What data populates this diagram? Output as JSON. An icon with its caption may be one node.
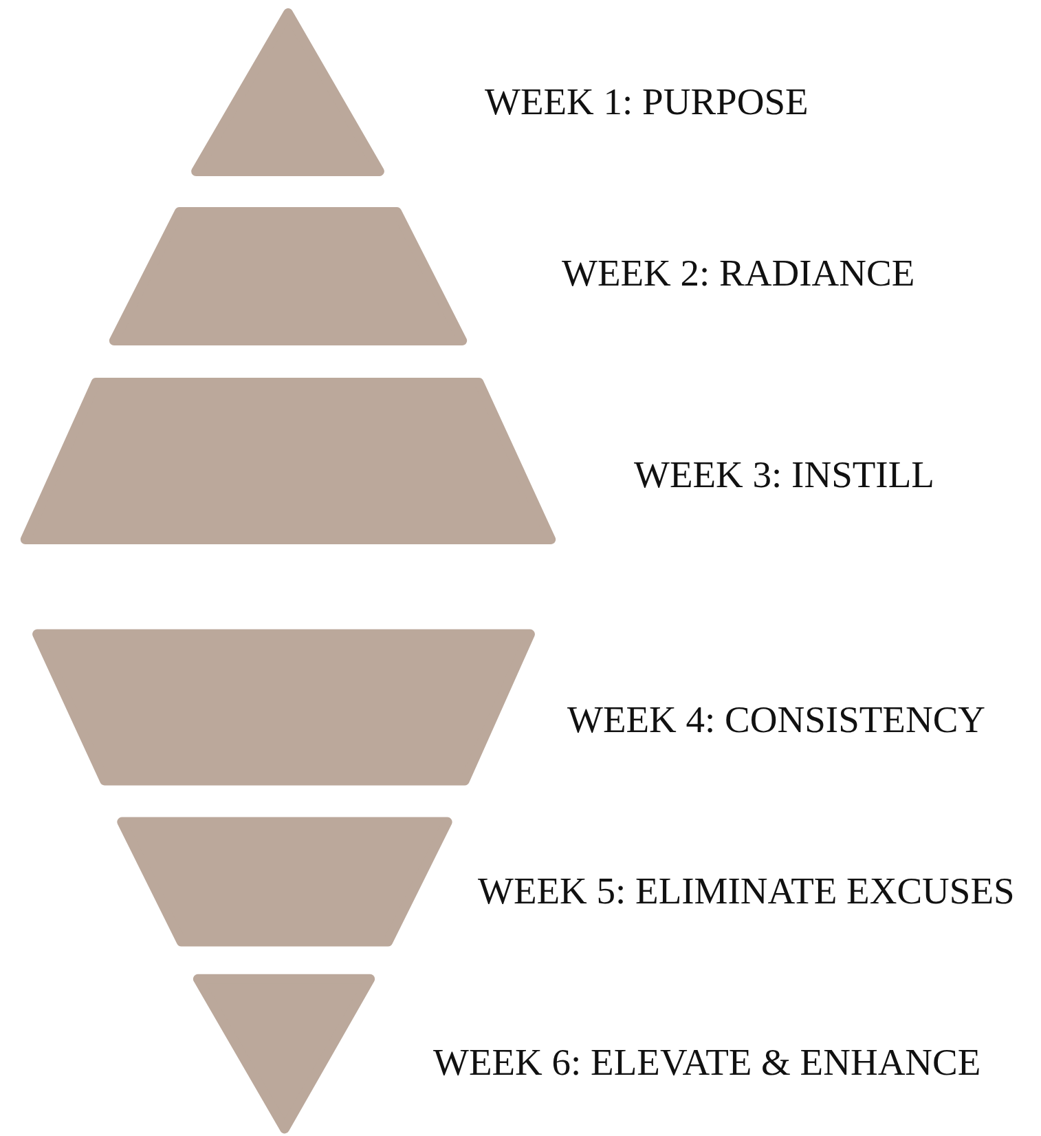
{
  "diagram": {
    "nodes": [
      {
        "text": [],
        "shape": "triangle",
        "beside": [
          "WEEK 1: PURPOSE"
        ]
      },
      {
        "text": [],
        "shape": "trapezoid",
        "beside": [
          "WEEK 2: RADIANCE"
        ]
      },
      {
        "text": [],
        "shape": "trapezoid",
        "beside": [
          "WEEK 3: INSTILL"
        ]
      },
      {
        "text": [],
        "shape": "trapezoid",
        "beside": [
          "WEEK 4: CONSISTENCY"
        ]
      },
      {
        "text": [],
        "shape": "trapezoid",
        "beside": [
          "WEEK 5: ELIMINATE EXCUSES"
        ]
      },
      {
        "text": [],
        "shape": "triangle",
        "beside": [
          "WEEK 6: ELEVATE & ENHANCE"
        ]
      }
    ]
  }
}
